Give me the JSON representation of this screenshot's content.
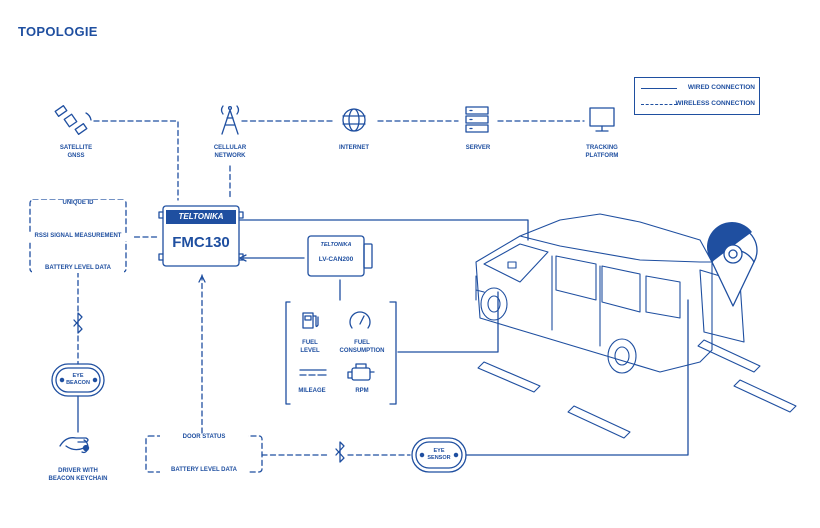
{
  "title": "TOPOLOGIE",
  "legend": {
    "wired": "WIRED CONNECTION",
    "wireless": "WIRELESS CONNECTION"
  },
  "nodes": {
    "satellite": "SATELLITE\nGNSS",
    "cellular": "CELLULAR\nNETWORK",
    "internet": "INTERNET",
    "server": "SERVER",
    "tracking": "TRACKING\nPLATFORM",
    "fmc_brand": "TELTONIKA",
    "fmc_model": "FMC130",
    "can_brand": "TELTONIKA",
    "can_model": "LV-CAN200",
    "eye_beacon": "EYE\nBEACON",
    "eye_sensor": "EYE\nSENSOR",
    "driver": "DRIVER WITH\nBEACON KEYCHAIN"
  },
  "beacon_data": {
    "unique_id": "UNIQUE ID",
    "rssi": "RSSI SIGNAL MEASUREMENT",
    "battery": "BATTERY LEVEL DATA"
  },
  "sensor_data": {
    "door": "DOOR STATUS",
    "battery": "BATTERY LEVEL DATA"
  },
  "can_data": {
    "fuel_level": "FUEL\nLEVEL",
    "fuel_consumption": "FUEL\nCONSUMPTION",
    "mileage": "MILEAGE",
    "rpm": "RPM"
  },
  "colors": {
    "brand": "#1f4fa0",
    "line": "#1f4fa0",
    "accent_fill": "#1f4fa0"
  }
}
